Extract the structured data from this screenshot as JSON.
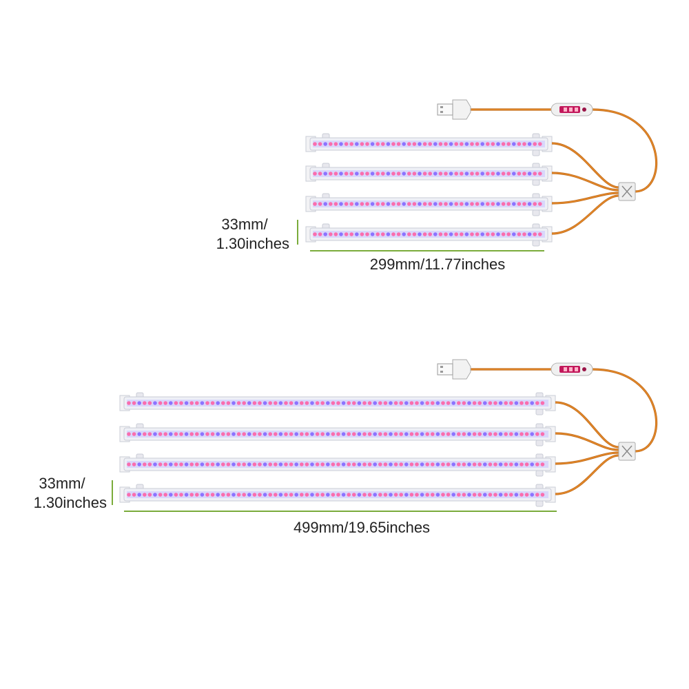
{
  "colors": {
    "dimension_line": "#7aab3a",
    "wire": "#e58a2a",
    "wire_dark": "#c06a1a",
    "strip_body": "#eef0f6",
    "strip_border": "#c9ccd6",
    "led_red": "#ff5aa0",
    "led_blue": "#7e62ff",
    "controller_body": "#f0f0f0",
    "controller_display": "#c2185b",
    "label_text": "#222222"
  },
  "icons": {
    "usb_plug": "usb-plug-icon",
    "controller": "timer-controller-icon",
    "splitter": "splitter-hub-icon"
  },
  "kits": [
    {
      "id": "short-kit",
      "strip_count": 4,
      "width_label": "299mm/11.77inches",
      "height_label_line1": "33mm/",
      "height_label_line2": "1.30inches"
    },
    {
      "id": "long-kit",
      "strip_count": 4,
      "width_label": "499mm/19.65inches",
      "height_label_line1": "33mm/",
      "height_label_line2": "1.30inches"
    }
  ]
}
